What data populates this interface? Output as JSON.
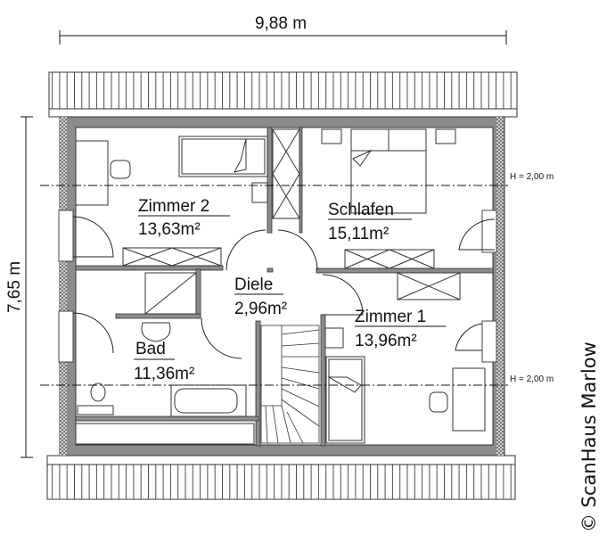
{
  "plan": {
    "width_dimension": "9,88 m",
    "depth_dimension": "7,65 m",
    "ceiling_height_notes": [
      "H = 2,00 m",
      "H = 2,00 m"
    ],
    "copyright": "© ScanHaus Marlow",
    "colors": {
      "wall": "#8c8c8c",
      "wall_outline": "#333333",
      "roof_line": "#222222",
      "background": "#ffffff"
    },
    "rooms": [
      {
        "name": "Zimmer 2",
        "area": "13,63m²"
      },
      {
        "name": "Schlafen",
        "area": "15,11m²"
      },
      {
        "name": "Diele",
        "area": "2,96m²"
      },
      {
        "name": "Zimmer 1",
        "area": "13,96m²"
      },
      {
        "name": "Bad",
        "area": "11,36m²"
      }
    ]
  }
}
